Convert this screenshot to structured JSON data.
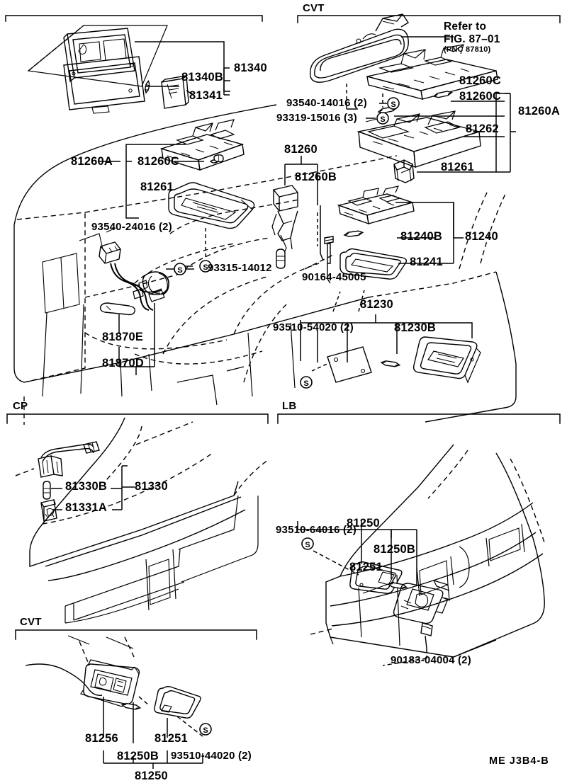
{
  "figure": {
    "code": "ME  J3B4-B",
    "reference_note": {
      "line1": "Refer to",
      "line2": "FIG. 87–01",
      "line3": "(PNC 87810)"
    }
  },
  "sections": [
    {
      "id": "cvt-top",
      "label": "CVT"
    },
    {
      "id": "cp",
      "label": "CP"
    },
    {
      "id": "lb",
      "label": "LB"
    },
    {
      "id": "cvt-bottom",
      "label": "CVT"
    }
  ],
  "parts": {
    "visor_vanity": [
      {
        "id": "p81340",
        "number": "81340"
      },
      {
        "id": "p81340B",
        "number": "81340B"
      },
      {
        "id": "p81341",
        "number": "81341"
      }
    ],
    "room_lamp_front": [
      {
        "id": "p81260A_l",
        "number": "81260A"
      },
      {
        "id": "p81260C_l",
        "number": "81260C"
      },
      {
        "id": "p81261_l",
        "number": "81261"
      },
      {
        "id": "p81260",
        "number": "81260"
      },
      {
        "id": "p81260B",
        "number": "81260B"
      }
    ],
    "room_lamp_cvt": [
      {
        "id": "p81260A_r",
        "number": "81260A"
      },
      {
        "id": "p81260C_r1",
        "number": "81260C"
      },
      {
        "id": "p81260C_r2",
        "number": "81260C"
      },
      {
        "id": "p81262",
        "number": "81262"
      },
      {
        "id": "p81261_r",
        "number": "81261"
      }
    ],
    "personal_lamp": [
      {
        "id": "p81240",
        "number": "81240"
      },
      {
        "id": "p81240B",
        "number": "81240B"
      },
      {
        "id": "p81241",
        "number": "81241"
      }
    ],
    "step_lamp": [
      {
        "id": "p81230",
        "number": "81230"
      },
      {
        "id": "p81230B",
        "number": "81230B"
      }
    ],
    "harness": [
      {
        "id": "p81870E",
        "number": "81870E"
      },
      {
        "id": "p81870D",
        "number": "81870D"
      }
    ],
    "luggage_cp": [
      {
        "id": "p81330",
        "number": "81330"
      },
      {
        "id": "p81330B",
        "number": "81330B"
      },
      {
        "id": "p81331A",
        "number": "81331A"
      }
    ],
    "luggage_lb": [
      {
        "id": "p81250_lb",
        "number": "81250"
      },
      {
        "id": "p81250B_lb",
        "number": "81250B"
      },
      {
        "id": "p81251_lb",
        "number": "81251"
      }
    ],
    "luggage_cvt": [
      {
        "id": "p81256",
        "number": "81256"
      },
      {
        "id": "p81250B_cvt",
        "number": "81250B"
      },
      {
        "id": "p81251_cvt",
        "number": "81251"
      },
      {
        "id": "p81250_cvt",
        "number": "81250"
      }
    ]
  },
  "fasteners": [
    {
      "id": "f93540_14016",
      "number": "93540-14016 (2)",
      "screw_symbol": "S"
    },
    {
      "id": "f93319_15016",
      "number": "93319-15016 (3)",
      "screw_symbol": "S"
    },
    {
      "id": "f93540_24016",
      "number": "93540-24016 (2)",
      "screw_symbol": "S"
    },
    {
      "id": "f93315_14012",
      "number": "93315-14012",
      "screw_symbol": "S"
    },
    {
      "id": "f90164_45005",
      "number": "90164-45005",
      "screw_symbol": ""
    },
    {
      "id": "f93510_54020",
      "number": "93510-54020 (2)",
      "screw_symbol": "S"
    },
    {
      "id": "f93510_64016",
      "number": "93510-64016 (2)",
      "screw_symbol": "S"
    },
    {
      "id": "f90183_04004",
      "number": "90183-04004 (2)",
      "screw_symbol": ""
    },
    {
      "id": "f93510_44020",
      "number": "93510-44020 (2)",
      "screw_symbol": "S"
    }
  ],
  "colors": {
    "ink": "#000000",
    "paper": "#ffffff"
  }
}
